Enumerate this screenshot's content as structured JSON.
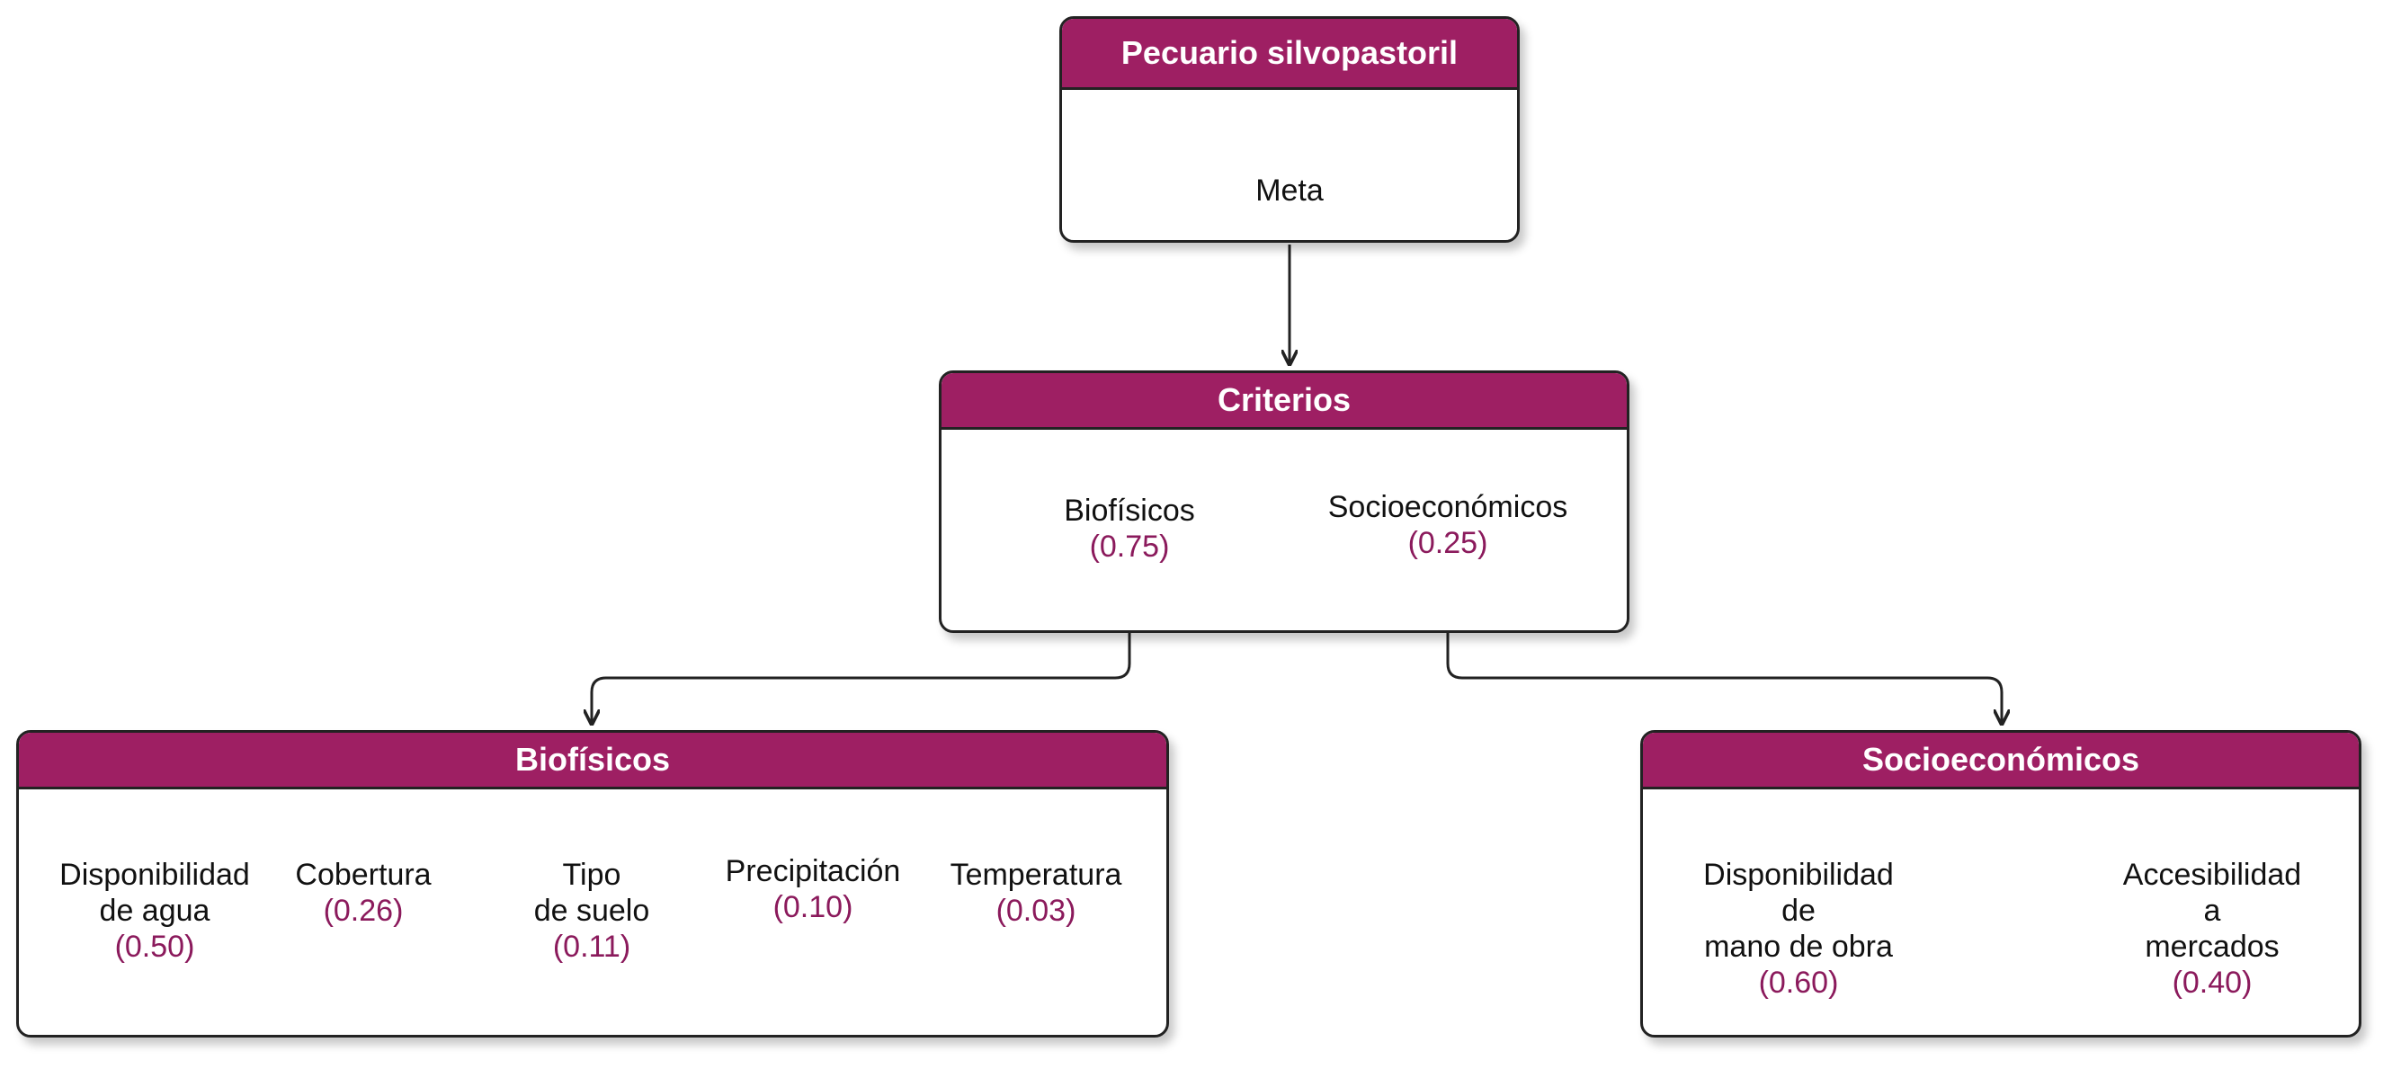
{
  "colors": {
    "accent": "#9e1f63",
    "weight": "#8b1a5c",
    "line": "#222222"
  },
  "goal_box": {
    "title": "Pecuario silvopastoril",
    "item": "Meta"
  },
  "criteria_box": {
    "title": "Criterios",
    "items": [
      {
        "label": "Biofísicos",
        "weight": "(0.75)"
      },
      {
        "label": "Socioeconómicos",
        "weight": "(0.25)"
      }
    ]
  },
  "biophysical_box": {
    "title": "Biofísicos",
    "items": [
      {
        "label": "Disponibilidad\nde agua",
        "weight": "(0.50)"
      },
      {
        "label": "Cobertura",
        "weight": "(0.26)"
      },
      {
        "label": "Tipo\nde suelo",
        "weight": "(0.11)"
      },
      {
        "label": "Precipitación",
        "weight": "(0.10)"
      },
      {
        "label": "Temperatura",
        "weight": "(0.03)"
      }
    ]
  },
  "socioeconomic_box": {
    "title": "Socioeconómicos",
    "items": [
      {
        "label": "Disponibilidad\nde\nmano de obra",
        "weight": "(0.60)"
      },
      {
        "label": "Accesibilidad\na\nmercados",
        "weight": "(0.40)"
      }
    ]
  }
}
